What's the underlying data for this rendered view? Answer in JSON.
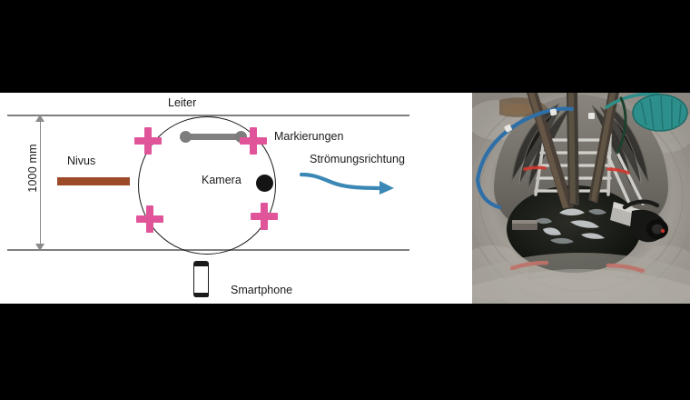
{
  "figure": {
    "background_color": "#000000",
    "panel_background": "#ffffff"
  },
  "diagram": {
    "title_labels": {
      "ladder": "Leiter",
      "nivus": "Nivus",
      "camera": "Kamera",
      "markers": "Markierungen",
      "flow_direction": "Strömungsrichtung",
      "smartphone": "Smartphone"
    },
    "dimension": {
      "label": "1000 mm",
      "orientation": "vertical",
      "arrow_style": "double-headed"
    },
    "colors": {
      "marker_pink": "#e0559a",
      "nivus_brown": "#9c4a28",
      "ladder_grey": "#808080",
      "flow_arrow_blue": "#3b87b5",
      "wall_grey": "#7f7f7f",
      "circle_outline": "#1a1a1a",
      "camera_dot": "#141414"
    },
    "elements": {
      "manhole_shape": "circle",
      "marker_count": 4,
      "marker_shape": "cross",
      "camera_dot_shape": "filled-circle",
      "ladder_shape": "bar-with-round-ends",
      "nivus_shape": "horizontal-bar",
      "smartphone_shape": "rounded-rectangle"
    }
  },
  "photo": {
    "description": "Blick von oben in einen Schacht",
    "features": {
      "concrete_wall": "#a8a49e",
      "water": "#1d1f1a",
      "ladder_metal": "#d2d0cb",
      "cable_blue": "#2f6fa8",
      "hose_teal": "#2e8f8a",
      "laser_red": "#d8342c"
    }
  }
}
